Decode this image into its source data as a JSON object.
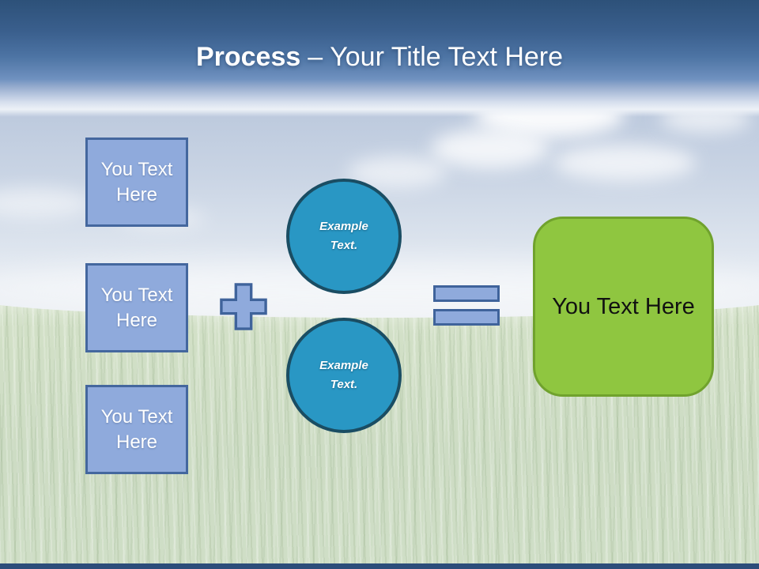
{
  "slide": {
    "header": {
      "title_bold": "Process",
      "title_separator": "–",
      "title_rest": "Your Title Text Here"
    },
    "left_boxes": [
      {
        "label": "You Text Here"
      },
      {
        "label": "You Text Here"
      },
      {
        "label": "You Text Here"
      }
    ],
    "operator_icons": {
      "plus": "plus-icon",
      "equals": "equals-icon"
    },
    "circles": [
      {
        "label": "Example Text."
      },
      {
        "label": "Example Text."
      }
    ],
    "result_box": {
      "label": "You Text Here"
    },
    "colors": {
      "header_top": "#2d5179",
      "header_bottom": "#6f91bf",
      "title_text": "#ffffff",
      "box_fill": "#8faadc",
      "box_border": "#44679e",
      "circle_fill": "#2997c4",
      "circle_border": "#1a4d63",
      "result_fill": "#8fc640",
      "result_border": "#70a22d",
      "footer_bar": "#2c4d7a"
    }
  }
}
